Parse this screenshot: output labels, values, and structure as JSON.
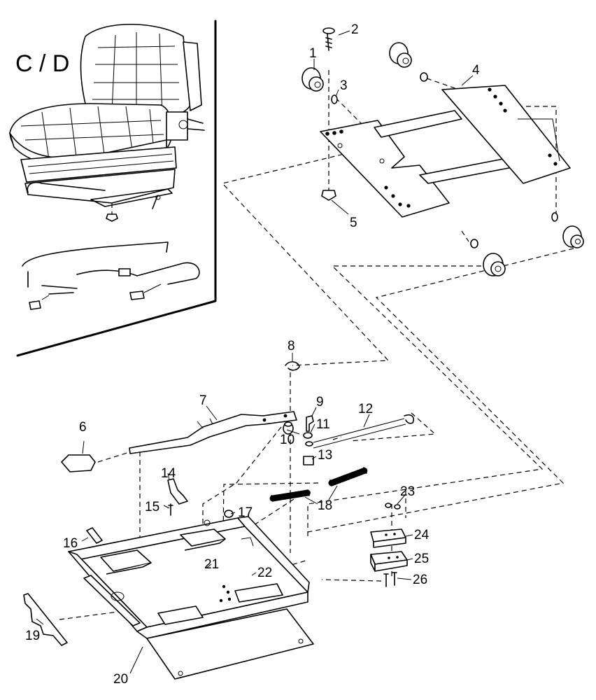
{
  "inset": {
    "label": "C / D"
  },
  "callouts": [
    "1",
    "2",
    "3",
    "4",
    "5",
    "6",
    "7",
    "8",
    "9",
    "10",
    "11",
    "12",
    "13",
    "14",
    "15",
    "16",
    "17",
    "18",
    "19",
    "20",
    "21",
    "22",
    "23",
    "24",
    "25",
    "26"
  ]
}
